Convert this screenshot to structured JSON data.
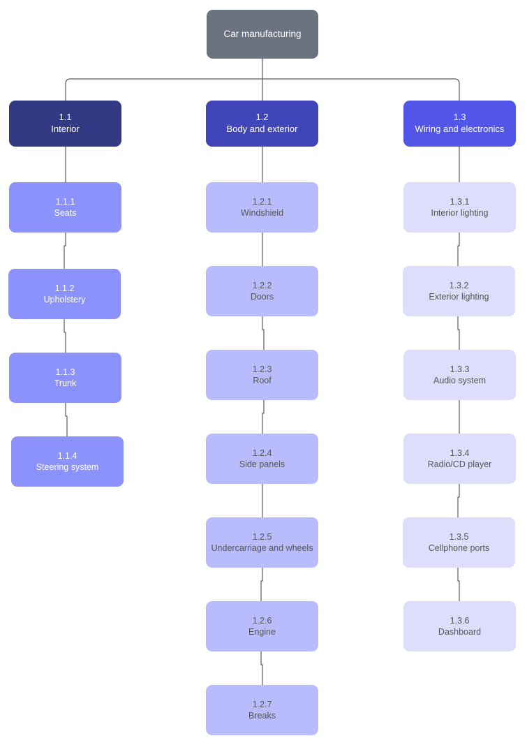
{
  "diagram": {
    "type": "work-breakdown-structure",
    "title": "Car manufacturing",
    "colors": {
      "root": "#6b7280",
      "level1_col1": "#313a83",
      "level1_col2": "#4046ba",
      "level1_col3": "#5156e8",
      "leaf_col1": "#8b92fb",
      "leaf_col2": "#b9bcfc",
      "leaf_col3": "#dcdefb",
      "connector": "#5a5a5a",
      "text_light": "#ffffff",
      "text_dark": "#555555",
      "background": "#ffffff"
    },
    "root": {
      "code": "",
      "label": "Car manufacturing"
    },
    "branches": [
      {
        "code": "1.1",
        "label": "Interior",
        "children": [
          {
            "code": "1.1.1",
            "label": "Seats"
          },
          {
            "code": "1.1.2",
            "label": "Upholstery"
          },
          {
            "code": "1.1.3",
            "label": "Trunk"
          },
          {
            "code": "1.1.4",
            "label": "Steering system"
          }
        ]
      },
      {
        "code": "1.2",
        "label": "Body and exterior",
        "children": [
          {
            "code": "1.2.1",
            "label": "Windshield"
          },
          {
            "code": "1.2.2",
            "label": "Doors"
          },
          {
            "code": "1.2.3",
            "label": "Roof"
          },
          {
            "code": "1.2.4",
            "label": "Side panels"
          },
          {
            "code": "1.2.5",
            "label": "Undercarriage and wheels"
          },
          {
            "code": "1.2.6",
            "label": "Engine"
          },
          {
            "code": "1.2.7",
            "label": "Breaks"
          }
        ]
      },
      {
        "code": "1.3",
        "label": "Wiring and electronics",
        "children": [
          {
            "code": "1.3.1",
            "label": "Interior lighting"
          },
          {
            "code": "1.3.2",
            "label": "Exterior lighting"
          },
          {
            "code": "1.3.3",
            "label": "Audio system"
          },
          {
            "code": "1.3.4",
            "label": "Radio/CD player"
          },
          {
            "code": "1.3.5",
            "label": "Cellphone ports"
          },
          {
            "code": "1.3.6",
            "label": "Dashboard"
          }
        ]
      }
    ]
  }
}
